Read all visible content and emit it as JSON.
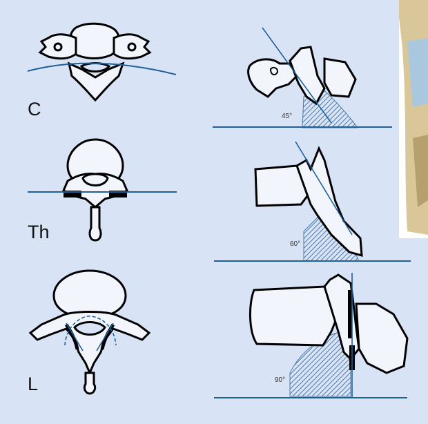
{
  "figure": {
    "rows": [
      {
        "id": "cervical",
        "region_label": "C",
        "facet_angle_label": "45°",
        "facet_angle_deg": 45
      },
      {
        "id": "thoracic",
        "region_label": "Th",
        "facet_angle_label": "60°",
        "facet_angle_deg": 60
      },
      {
        "id": "lumbar",
        "region_label": "L",
        "facet_angle_label": "90°",
        "facet_angle_deg": 90
      }
    ],
    "colors": {
      "panel_bg": "#d8e3f5",
      "guide_line": "#1f5f9a",
      "bone_outline": "#000000",
      "bone_fill": "#f2f6fc",
      "angle_hatch": "#4a78a8",
      "spine_photo": "#d9c79a",
      "disc": "#a9c8df"
    }
  }
}
